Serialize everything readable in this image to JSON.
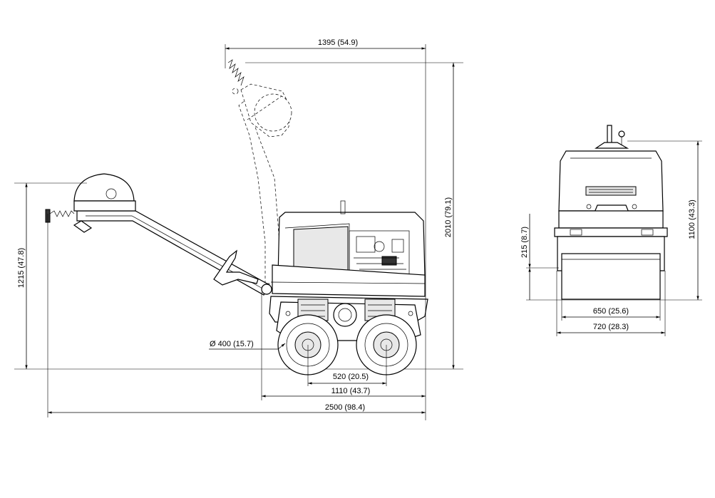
{
  "dimensions": {
    "handle_reach": "1395 (54.9)",
    "total_height": "2010 (79.1)",
    "handle_height": "1215 (47.8)",
    "drum_diameter": "Ø 400 (15.7)",
    "wheelbase": "520 (20.5)",
    "machine_length": "1110 (43.7)",
    "total_length": "2500 (98.4)",
    "front_height": "1100 (43.3)",
    "drum_height": "215 (8.7)",
    "drum_width": "650 (25.6)",
    "machine_width": "720 (28.3)"
  }
}
